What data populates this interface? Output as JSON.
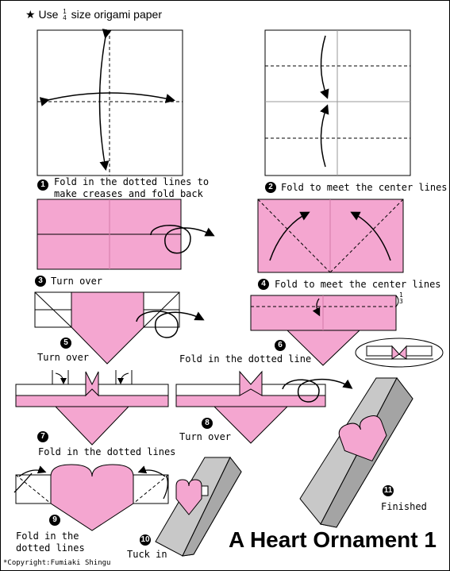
{
  "header": {
    "star": "★",
    "use": "Use",
    "frac_num": "1",
    "frac_den": "4",
    "rest": "size origami paper"
  },
  "steps": [
    {
      "num": "1",
      "line1": "Fold in the dotted lines to",
      "line2": "make creases and fold back"
    },
    {
      "num": "2",
      "text": "Fold to meet the center lines"
    },
    {
      "num": "3",
      "text": "Turn over"
    },
    {
      "num": "4",
      "text": "Fold to meet the center lines"
    },
    {
      "num": "5",
      "text": "Turn over"
    },
    {
      "num": "6",
      "text": "Fold in the dotted line"
    },
    {
      "num": "7",
      "text": "Fold in the dotted lines"
    },
    {
      "num": "8",
      "text": "Turn over"
    },
    {
      "num": "9",
      "line1": "Fold in the",
      "line2": "dotted lines"
    },
    {
      "num": "10",
      "text": "Tuck in"
    },
    {
      "num": "11",
      "text": "Finished"
    }
  ],
  "fraction_one_third": {
    "num": "1",
    "den": "3"
  },
  "title": "A Heart Ornament 1",
  "copyright": "*Copyright:Fumiaki Shingu",
  "colors": {
    "pink": "#f4a6d0",
    "gray": "#c8c8c8",
    "line": "#000000"
  }
}
